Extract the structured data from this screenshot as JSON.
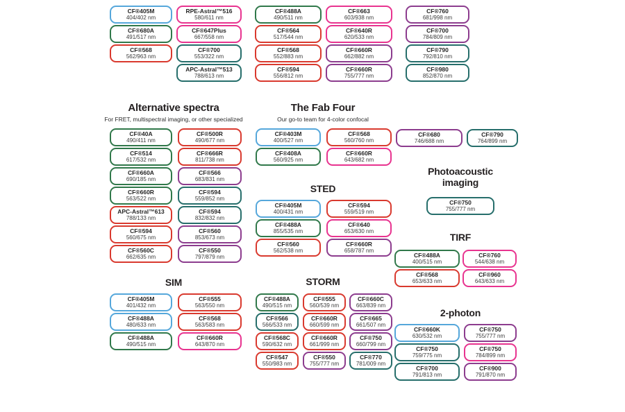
{
  "page": {
    "background": "#ffffff"
  },
  "colors": {
    "blue": "#55a7db",
    "green": "#30784a",
    "red": "#d9392e",
    "magenta": "#e8338f",
    "teal": "#266e6b",
    "purple": "#8c3c8e",
    "text": "#231f20"
  },
  "chart_data": {
    "type": "table",
    "description_of_units": "dye name with excitation/emission wavelengths in nm",
    "top_columns": [
      [
        {
          "name": "CF®405M",
          "ex_em": "404/402 nm",
          "color": "blue"
        },
        {
          "name": "CF®680A",
          "ex_em": "491/517 nm",
          "color": "green"
        },
        {
          "name": "CF®568",
          "ex_em": "562/963 nm",
          "color": "red"
        }
      ],
      [
        {
          "name": "RPE-Astral™516",
          "ex_em": "580/611 nm",
          "color": "magenta"
        },
        {
          "name": "CF®647Plus",
          "ex_em": "667/558 nm",
          "color": "magenta"
        },
        {
          "name": "CF®700",
          "ex_em": "553/322 nm",
          "color": "teal"
        },
        {
          "name": "APC-Astral™513",
          "ex_em": "788/613 nm",
          "color": "teal"
        }
      ],
      [
        {
          "name": "CF®488A",
          "ex_em": "490/511 nm",
          "color": "green"
        },
        {
          "name": "CF®564",
          "ex_em": "517/544 nm",
          "color": "red"
        },
        {
          "name": "CF®568",
          "ex_em": "552/883 nm",
          "color": "red"
        },
        {
          "name": "CF®594",
          "ex_em": "556/812 nm",
          "color": "red"
        }
      ],
      [
        {
          "name": "CF®663",
          "ex_em": "603/938 nm",
          "color": "magenta"
        },
        {
          "name": "CF®640R",
          "ex_em": "620/533 nm",
          "color": "magenta"
        },
        {
          "name": "CF®660R",
          "ex_em": "662/882 nm",
          "color": "purple"
        },
        {
          "name": "CF®660R",
          "ex_em": "755/777 nm",
          "color": "purple"
        }
      ],
      [
        {
          "name": "CF®760",
          "ex_em": "681/998 nm",
          "color": "purple"
        },
        {
          "name": "CF®700",
          "ex_em": "784/809 nm",
          "color": "purple"
        },
        {
          "name": "CF®790",
          "ex_em": "792/810 nm",
          "color": "teal"
        },
        {
          "name": "CF®980",
          "ex_em": "852/870 nm",
          "color": "teal"
        }
      ]
    ],
    "groups": [
      {
        "title": "Alternative spectra",
        "subtitle": "For FRET, multispectral imaging, or other specialized",
        "columns": [
          [
            {
              "name": "CF®40A",
              "ex_em": "490/411 nm",
              "color": "green"
            },
            {
              "name": "CF®514",
              "ex_em": "617/532 nm",
              "color": "green"
            },
            {
              "name": "CF®660A",
              "ex_em": "690/185 nm",
              "color": "green"
            },
            {
              "name": "CF®660R",
              "ex_em": "563/522 nm",
              "color": "green"
            },
            {
              "name": "APC-Astral™613",
              "ex_em": "788/133 nm",
              "color": "red"
            },
            {
              "name": "CF®594",
              "ex_em": "560/675 nm",
              "color": "red"
            },
            {
              "name": "CF®560C",
              "ex_em": "662/635 nm",
              "color": "red"
            }
          ],
          [
            {
              "name": "CF®500R",
              "ex_em": "490/677 nm",
              "color": "red"
            },
            {
              "name": "CF®666R",
              "ex_em": "811/738 nm",
              "color": "red"
            },
            {
              "name": "CF®566",
              "ex_em": "683/831 nm",
              "color": "purple"
            },
            {
              "name": "CF®594",
              "ex_em": "559/852 nm",
              "color": "teal"
            },
            {
              "name": "CF®594",
              "ex_em": "832/832 nm",
              "color": "teal"
            },
            {
              "name": "CF®560",
              "ex_em": "853/673 nm",
              "color": "purple"
            },
            {
              "name": "CF®550",
              "ex_em": "797/879 nm",
              "color": "purple"
            }
          ]
        ]
      },
      {
        "title": "The Fab Four",
        "subtitle": "Our go-to team for 4-color confocal",
        "columns": [
          [
            {
              "name": "CF®403M",
              "ex_em": "400/527 nm",
              "color": "blue"
            },
            {
              "name": "CF®408A",
              "ex_em": "560/925 nm",
              "color": "green"
            }
          ],
          [
            {
              "name": "CF®568",
              "ex_em": "560/760 nm",
              "color": "red"
            },
            {
              "name": "CF®660R",
              "ex_em": "643/682 nm",
              "color": "magenta"
            }
          ]
        ]
      },
      {
        "title": "STED",
        "columns": [
          [
            {
              "name": "CF®405M",
              "ex_em": "400/431 nm",
              "color": "blue"
            },
            {
              "name": "CF®488A",
              "ex_em": "855/535 nm",
              "color": "green"
            },
            {
              "name": "CF®560",
              "ex_em": "562/538 nm",
              "color": "red"
            }
          ],
          [
            {
              "name": "CF®594",
              "ex_em": "559/519 nm",
              "color": "red"
            },
            {
              "name": "CF®640",
              "ex_em": "653/630 nm",
              "color": "magenta"
            },
            {
              "name": "CF®660R",
              "ex_em": "658/787 nm",
              "color": "purple"
            }
          ]
        ]
      },
      {
        "title": "",
        "columns": [
          [
            {
              "name": "CF®680",
              "ex_em": "746/688 nm",
              "color": "purple"
            }
          ],
          [
            {
              "name": "CF®790",
              "ex_em": "764/899 nm",
              "color": "teal"
            }
          ]
        ]
      },
      {
        "title": "Photoacoustic imaging",
        "columns": [
          [
            {
              "name": "CF®750",
              "ex_em": "755/777 nm",
              "color": "teal"
            }
          ]
        ]
      },
      {
        "title": "TIRF",
        "columns": [
          [
            {
              "name": "CF®488A",
              "ex_em": "400/515 nm",
              "color": "green"
            },
            {
              "name": "CF®568",
              "ex_em": "653/633 nm",
              "color": "red"
            }
          ],
          [
            {
              "name": "CF®760",
              "ex_em": "544/638 nm",
              "color": "magenta"
            },
            {
              "name": "CF®960",
              "ex_em": "643/633 nm",
              "color": "magenta"
            }
          ]
        ]
      },
      {
        "title": "SIM",
        "columns": [
          [
            {
              "name": "CF®405M",
              "ex_em": "401/432 nm",
              "color": "blue"
            },
            {
              "name": "CF®488A",
              "ex_em": "480/633 nm",
              "color": "blue"
            },
            {
              "name": "CF®488A",
              "ex_em": "490/515 nm",
              "color": "green"
            }
          ],
          [
            {
              "name": "CF®555",
              "ex_em": "563/550 nm",
              "color": "red"
            },
            {
              "name": "CF®568",
              "ex_em": "563/583 nm",
              "color": "red"
            },
            {
              "name": "CF®660R",
              "ex_em": "643/870 nm",
              "color": "magenta"
            }
          ]
        ]
      },
      {
        "title": "STORM",
        "columns": [
          [
            {
              "name": "CF®488A",
              "ex_em": "490/515 nm",
              "color": "green"
            },
            {
              "name": "CF®566",
              "ex_em": "566/533 nm",
              "color": "teal"
            },
            {
              "name": "CF®568C",
              "ex_em": "590/632 nm",
              "color": "red"
            },
            {
              "name": "CF®547",
              "ex_em": "550/983 nm",
              "color": "red"
            }
          ],
          [
            {
              "name": "CF®555",
              "ex_em": "560/539 nm",
              "color": "red"
            },
            {
              "name": "CF®660R",
              "ex_em": "660/599 nm",
              "color": "red"
            },
            {
              "name": "CF®660R",
              "ex_em": "661/999 nm",
              "color": "red"
            },
            {
              "name": "CF®550",
              "ex_em": "755/777 nm",
              "color": "purple"
            }
          ],
          [
            {
              "name": "CF®660C",
              "ex_em": "663/839 nm",
              "color": "purple"
            },
            {
              "name": "CF®665",
              "ex_em": "661/507 nm",
              "color": "purple"
            },
            {
              "name": "CF®750",
              "ex_em": "660/799 nm",
              "color": "purple"
            },
            {
              "name": "CF®770",
              "ex_em": "781/009 nm",
              "color": "teal"
            }
          ]
        ]
      },
      {
        "title": "2-photon",
        "columns": [
          [
            {
              "name": "CF®660K",
              "ex_em": "630/532 nm",
              "color": "blue"
            },
            {
              "name": "CF®750",
              "ex_em": "759/775 nm",
              "color": "teal"
            },
            {
              "name": "CF®700",
              "ex_em": "791/813 nm",
              "color": "teal"
            }
          ],
          [
            {
              "name": "CF®750",
              "ex_em": "755/777 nm",
              "color": "purple"
            },
            {
              "name": "CF®750",
              "ex_em": "784/899 nm",
              "color": "magenta"
            },
            {
              "name": "CF®900",
              "ex_em": "791/870 nm",
              "color": "purple"
            }
          ]
        ]
      }
    ]
  }
}
